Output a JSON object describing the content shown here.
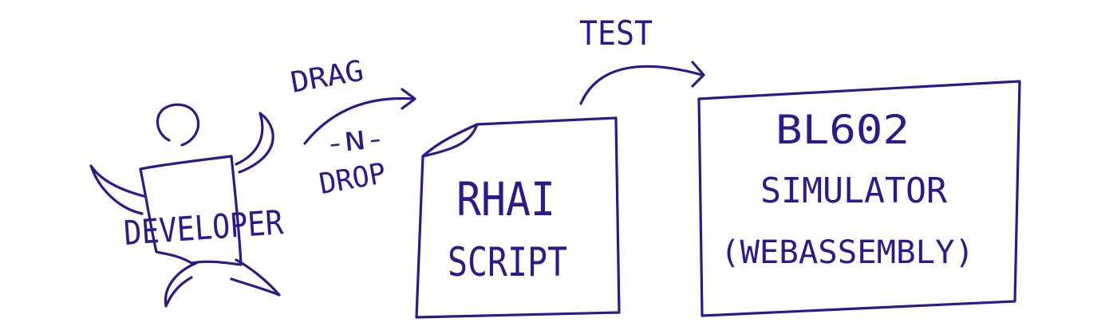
{
  "colors": {
    "ink": "#2a1a8c",
    "background": "#ffffff"
  },
  "diagram": {
    "developer": {
      "label": "DEVELOPER"
    },
    "drag_arrow": {
      "label_top": "DRAG",
      "label_mid": "-N-",
      "label_bottom": "DROP"
    },
    "script_box": {
      "line1": "RHAI",
      "line2": "SCRIPT"
    },
    "test_arrow": {
      "label": "TEST"
    },
    "simulator_box": {
      "line1": "BL602",
      "line2": "SIMULATOR",
      "line3": "(WEBASSEMBLY)"
    }
  }
}
